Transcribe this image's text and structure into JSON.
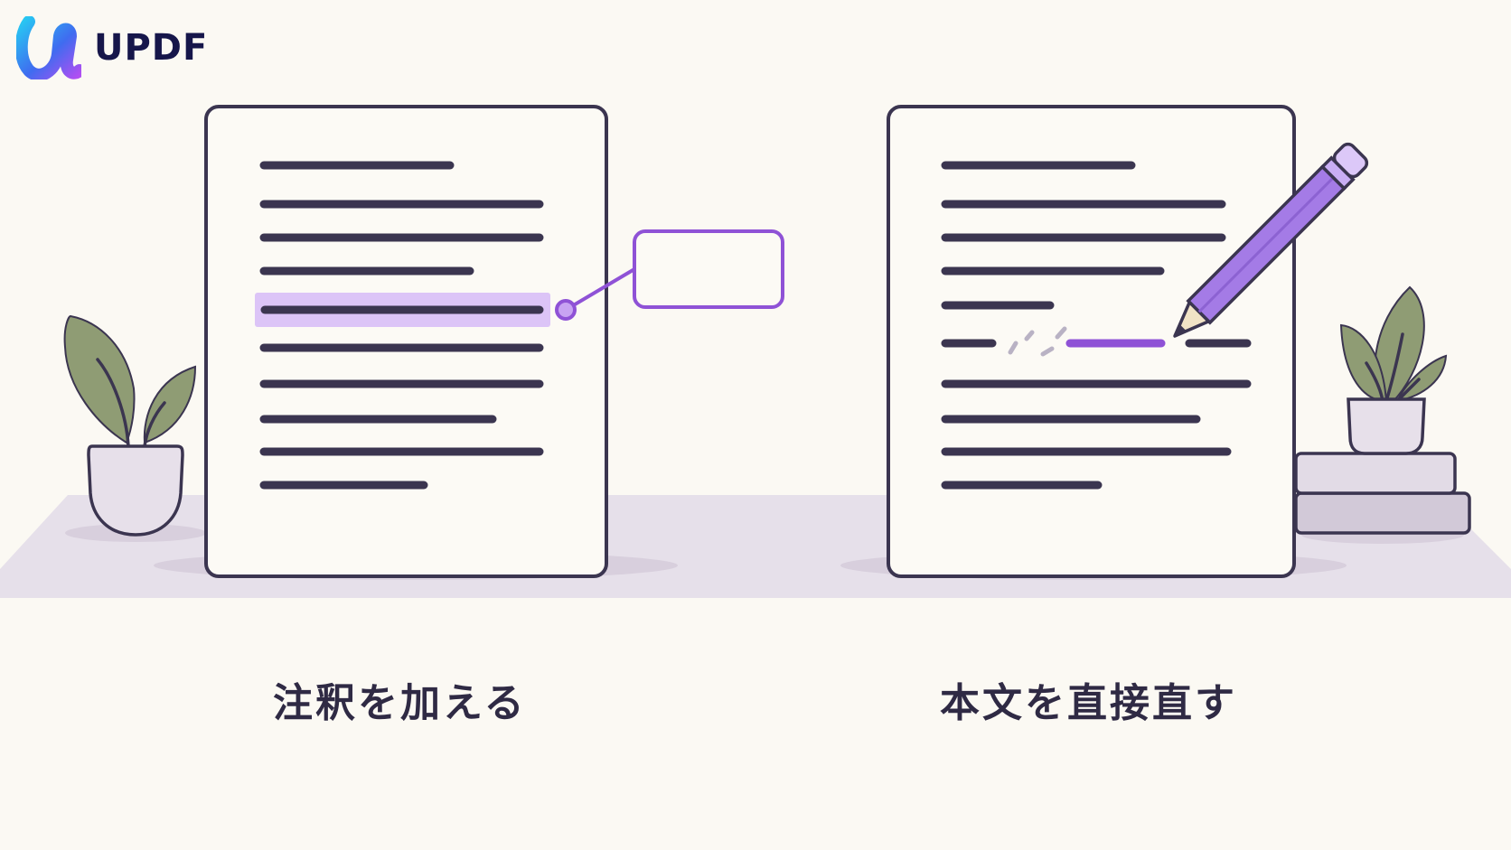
{
  "brand": {
    "name": "UPDF",
    "logo_icon": "updf-logo-icon"
  },
  "captions": {
    "left": "注釈を加える",
    "right": "本文を直接直す"
  },
  "colors": {
    "background": "#fbf9f3",
    "ink": "#3b3550",
    "accent_purple": "#8f52d6",
    "highlight": "#dcc4f7",
    "leaf": "#8f9c74",
    "floor": "#e6e0ea"
  },
  "icons": [
    "potted-plant-icon",
    "pencil-icon",
    "book-stack-icon",
    "note-box-icon"
  ]
}
